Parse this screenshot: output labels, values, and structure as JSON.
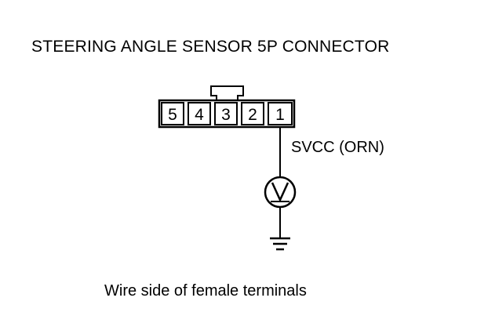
{
  "title": "STEERING ANGLE SENSOR 5P CONNECTOR",
  "connector": {
    "terminals": [
      "5",
      "4",
      "3",
      "2",
      "1"
    ]
  },
  "wire_label": "SVCC (ORN)",
  "meter_symbol": "V",
  "caption": "Wire side of female terminals",
  "colors": {
    "line": "#000000",
    "background": "#ffffff"
  }
}
